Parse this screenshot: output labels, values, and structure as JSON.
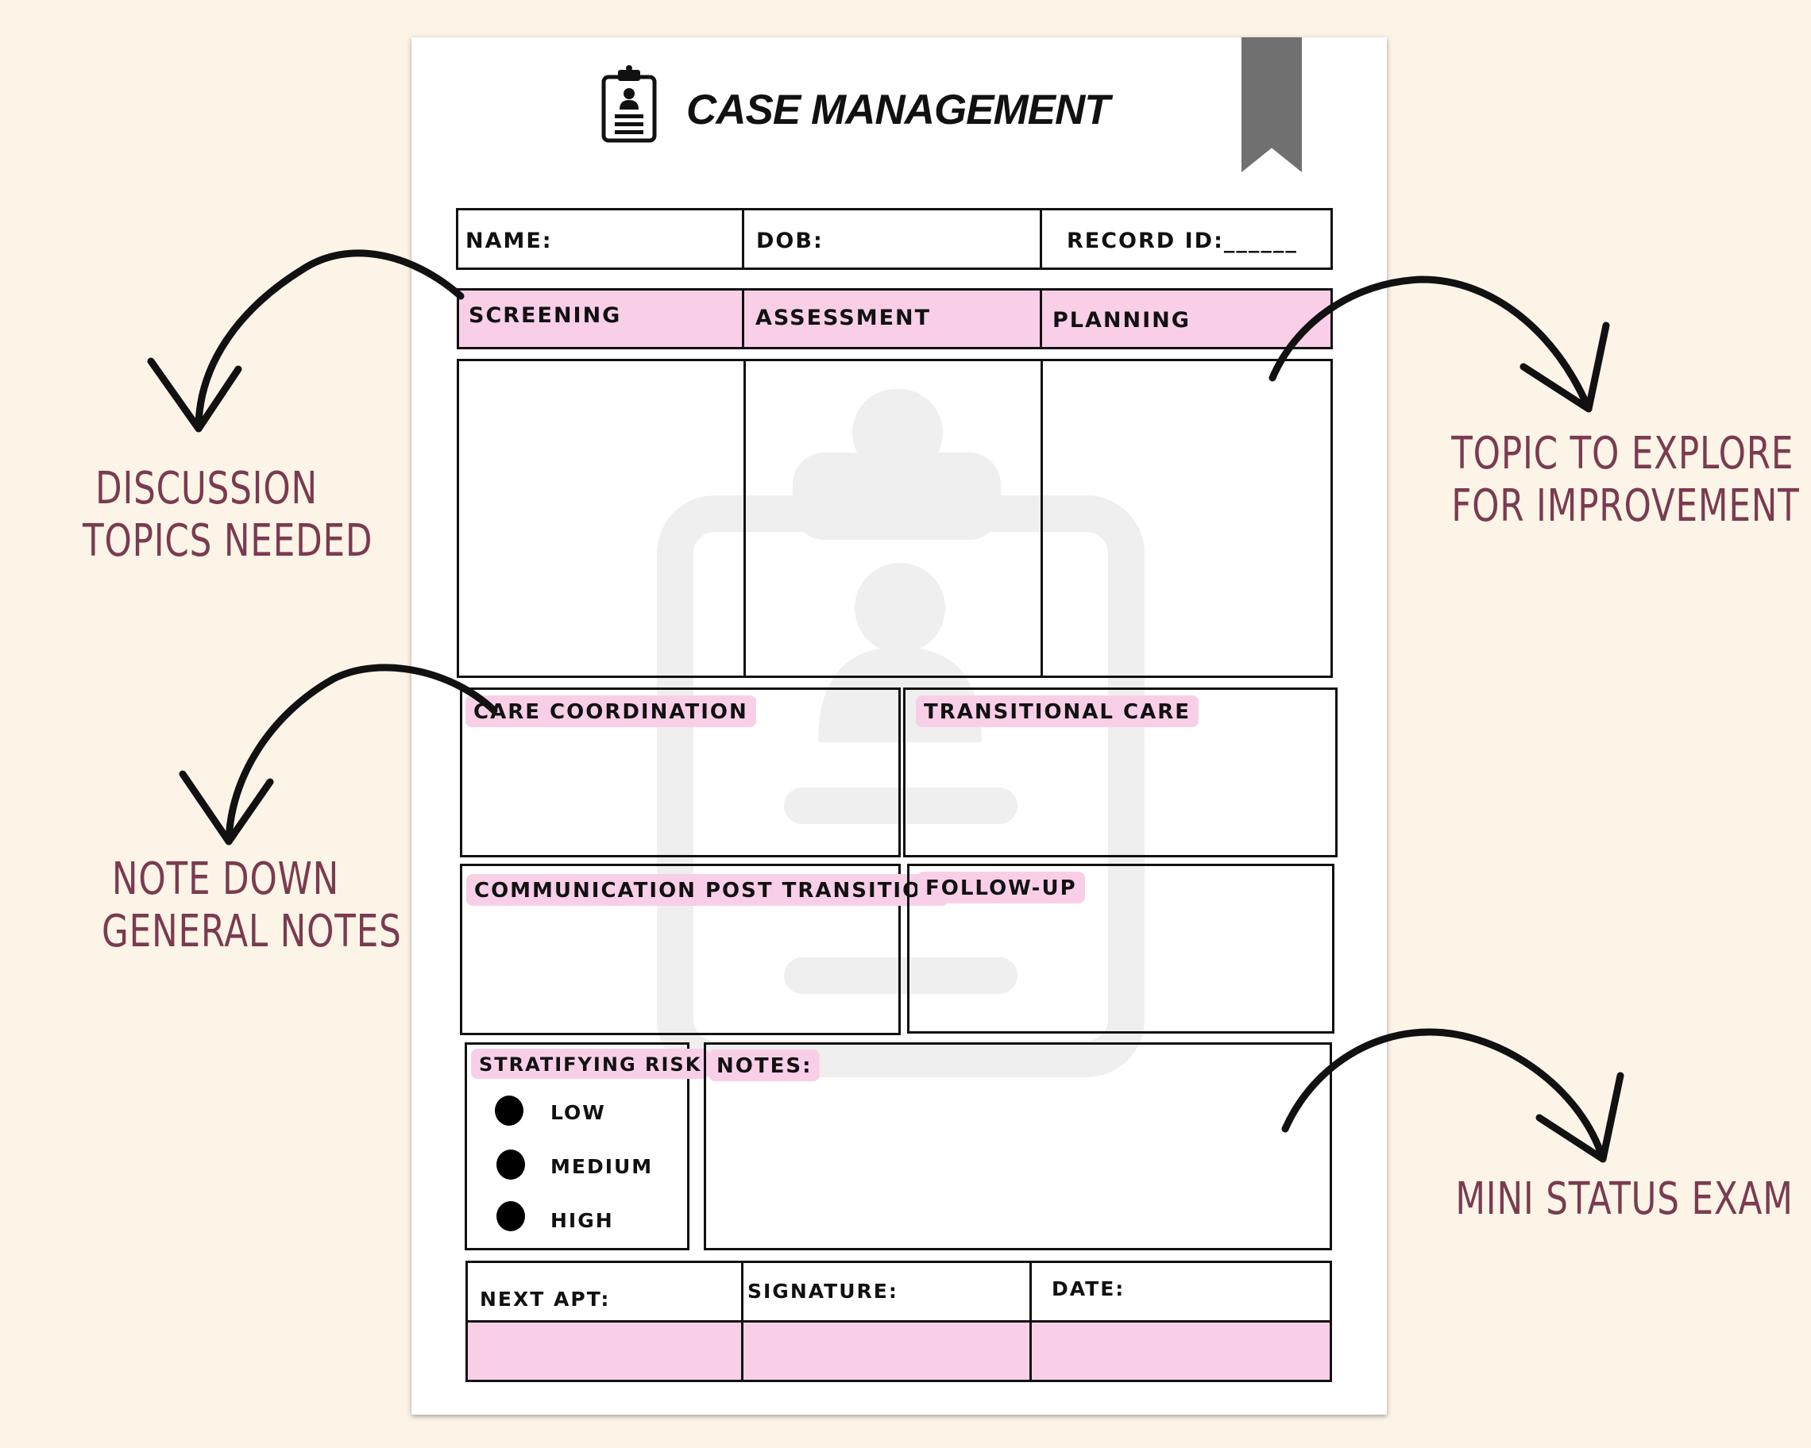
{
  "form": {
    "title": "CASE MANAGEMENT",
    "header_fields": {
      "name": "NAME:",
      "dob": "DOB:",
      "record_id": "RECORD ID:______"
    },
    "phases": {
      "screening": "SCREENING",
      "assessment": "ASSESSMENT",
      "planning": "PLANNING"
    },
    "sections": {
      "care_coordination": "CARE COORDINATION",
      "transitional_care": "TRANSITIONAL CARE",
      "communication": "COMMUNICATION POST TRANSITION",
      "follow_up": "FOLLOW-UP",
      "stratifying_risk": "STRATIFYING RISK",
      "notes": "NOTES:"
    },
    "risk_levels": [
      "LOW",
      "MEDIUM",
      "HIGH"
    ],
    "footer_fields": {
      "next_apt": "NEXT APT:",
      "signature": "SIGNATURE:",
      "date": "DATE:"
    }
  },
  "annotations": {
    "discussion": [
      "DISCUSSION",
      "TOPICS NEEDED"
    ],
    "general_notes": [
      "NOTE DOWN",
      "GENERAL NOTES"
    ],
    "topic_explore": [
      "TOPIC TO EXPLORE",
      "FOR IMPROVEMENT"
    ],
    "mini_status": [
      "MINI STATUS EXAM"
    ]
  },
  "colors": {
    "background": "#fdf4e8",
    "pink": "#f9cfe8",
    "annotation_text": "#7a3b50",
    "ribbon": "#707070"
  },
  "icons": {
    "title_icon": "clipboard-person-icon",
    "watermark": "clipboard-person-watermark"
  }
}
